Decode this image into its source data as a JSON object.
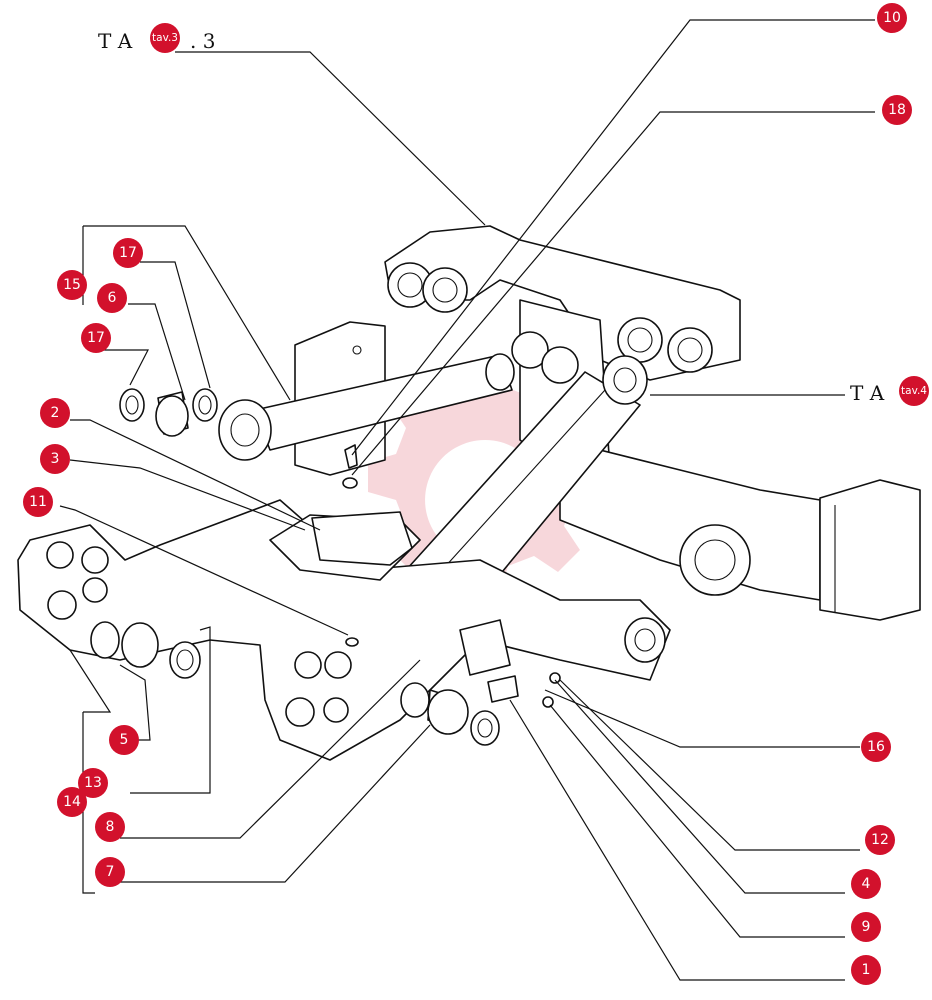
{
  "callouts": [
    {
      "id": "10",
      "label": "10"
    },
    {
      "id": "18",
      "label": "18"
    },
    {
      "id": "tav3",
      "label": "tav.3"
    },
    {
      "id": "tav4",
      "label": "tav.4"
    },
    {
      "id": "17a",
      "label": "17"
    },
    {
      "id": "15",
      "label": "15"
    },
    {
      "id": "6",
      "label": "6"
    },
    {
      "id": "17b",
      "label": "17"
    },
    {
      "id": "2",
      "label": "2"
    },
    {
      "id": "3",
      "label": "3"
    },
    {
      "id": "11",
      "label": "11"
    },
    {
      "id": "5",
      "label": "5"
    },
    {
      "id": "13",
      "label": "13"
    },
    {
      "id": "14",
      "label": "14"
    },
    {
      "id": "8",
      "label": "8"
    },
    {
      "id": "7",
      "label": "7"
    },
    {
      "id": "16",
      "label": "16"
    },
    {
      "id": "12",
      "label": "12"
    },
    {
      "id": "4",
      "label": "4"
    },
    {
      "id": "9",
      "label": "9"
    },
    {
      "id": "1",
      "label": "1"
    }
  ],
  "text_labels": {
    "top_left": "T A",
    "top_left_suffix": ". 3",
    "right": "T A"
  },
  "colors": {
    "callout": "#d2112c",
    "watermark": "#f7d3d8",
    "line": "#111111"
  }
}
